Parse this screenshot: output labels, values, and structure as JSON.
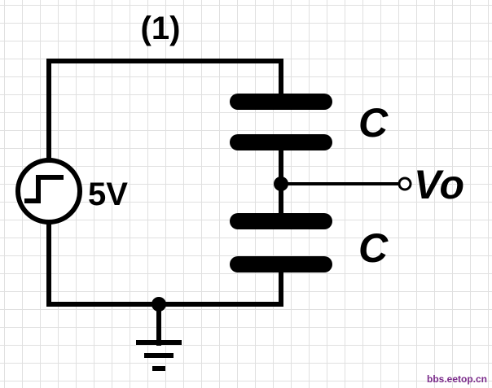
{
  "diagram": {
    "title": "(1)",
    "source": {
      "label": "5V"
    },
    "capacitors": [
      {
        "label": "C"
      },
      {
        "label": "C"
      }
    ],
    "output": {
      "label": "Vo"
    },
    "watermark": "bbs.eetop.cn",
    "colors": {
      "wire": "#000000",
      "grid": "#e0e0e0",
      "background": "#ffffff",
      "watermark": "#7a2a8a"
    }
  }
}
